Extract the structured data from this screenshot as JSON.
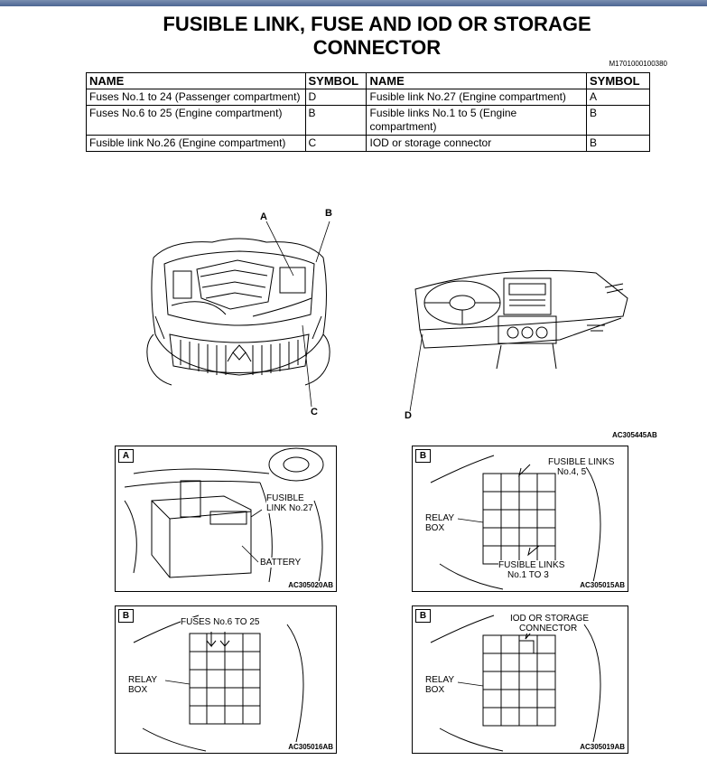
{
  "title_line1": "FUSIBLE LINK, FUSE AND IOD OR STORAGE",
  "title_line2": "CONNECTOR",
  "doc_id": "M1701000100380",
  "table": {
    "headers": [
      "NAME",
      "SYMBOL",
      "NAME",
      "SYMBOL"
    ],
    "rows": [
      [
        "Fuses No.1 to 24 (Passenger compartment)",
        "D",
        "Fusible link No.27 (Engine compartment)",
        "A"
      ],
      [
        "Fuses No.6 to 25 (Engine compartment)",
        "B",
        "Fusible links No.1 to 5 (Engine compartment)",
        "B"
      ],
      [
        "Fusible link No.26 (Engine compartment)",
        "C",
        "IOD or storage connector",
        "B"
      ]
    ]
  },
  "overview": {
    "callout_a": "A",
    "callout_b": "B",
    "callout_c": "C",
    "callout_d": "D",
    "ref": "AC305445AB"
  },
  "panels": {
    "a": {
      "badge": "A",
      "label1": "FUSIBLE",
      "label2": "LINK No.27",
      "label3": "BATTERY",
      "ref": "AC305020AB"
    },
    "b1": {
      "badge": "B",
      "label1": "FUSIBLE LINKS",
      "label2": "No.4, 5",
      "label3": "RELAY",
      "label4": "BOX",
      "label5": "FUSIBLE LINKS",
      "label6": "No.1 TO 3",
      "ref": "AC305015AB"
    },
    "b2": {
      "badge": "B",
      "label1": "FUSES No.6 TO 25",
      "label2": "RELAY",
      "label3": "BOX",
      "ref": "AC305016AB"
    },
    "b3": {
      "badge": "B",
      "label1": "IOD OR STORAGE",
      "label2": "CONNECTOR",
      "label3": "RELAY",
      "label4": "BOX",
      "ref": "AC305019AB"
    }
  }
}
